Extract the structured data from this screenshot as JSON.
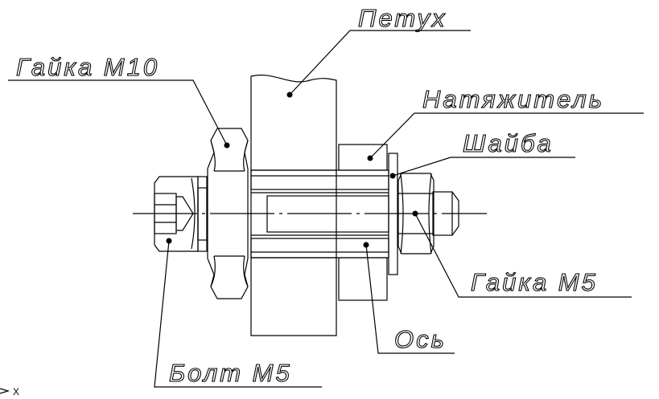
{
  "labels": {
    "rooster": "Петух",
    "nut_m10": "Гайка М10",
    "tensioner": "Натяжитель",
    "washer": "Шайба",
    "nut_m5": "Гайка М5",
    "axle": "Ось",
    "bolt_m5": "Болт М5"
  },
  "axis_indicator": "X",
  "colors": {
    "line": "#000000",
    "background": "#ffffff"
  }
}
